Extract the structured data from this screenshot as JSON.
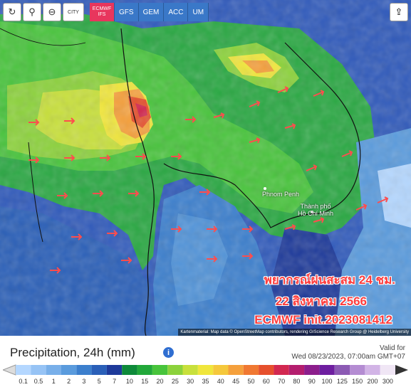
{
  "toolbar": {
    "buttons": [
      {
        "name": "refresh-icon",
        "glyph": "↻"
      },
      {
        "name": "location-icon",
        "glyph": "⚲"
      },
      {
        "name": "zoom-icon",
        "glyph": "⊖"
      },
      {
        "name": "city-toggle",
        "glyph": "CITY"
      }
    ],
    "share_glyph": "⇪"
  },
  "models": [
    {
      "label": "ECMWF IFS",
      "active": true
    },
    {
      "label": "GFS",
      "active": false
    },
    {
      "label": "GEM",
      "active": false
    },
    {
      "label": "ACC",
      "active": false
    },
    {
      "label": "UM",
      "active": false
    }
  ],
  "overlay": {
    "line1": "พยากรณ์ฝนสะสม 24 ชม.",
    "line2": "22 สิงหาคม 2566",
    "line3": "ECMWF init.2023081412"
  },
  "places": [
    "Phnom Penh",
    "Thành phố\nHồ Chí Minh"
  ],
  "attribution": "Kartenmaterial: Map data © OpenStreetMap contributors, rendering GIScience Research Group @ Heidelberg University",
  "legend": {
    "title": "Precipitation, 24h (mm)",
    "valid_label": "Valid for",
    "valid_time": "Wed 08/23/2023, 07:00am GMT+07",
    "ticks": [
      "0.1",
      "0.5",
      "1",
      "2",
      "3",
      "5",
      "7",
      "10",
      "15",
      "20",
      "25",
      "30",
      "35",
      "40",
      "45",
      "50",
      "60",
      "70",
      "80",
      "90",
      "100",
      "125",
      "150",
      "200",
      "300"
    ],
    "colors": [
      "#b4d7ff",
      "#96c3f5",
      "#78afe9",
      "#5a9bdd",
      "#3c7fcd",
      "#2a5fb8",
      "#1e3a9a",
      "#0e8a3a",
      "#22a83a",
      "#48c43c",
      "#8cd23c",
      "#c8e03c",
      "#f0e63c",
      "#f5c83c",
      "#f5a03c",
      "#f07832",
      "#e6502d",
      "#d22850",
      "#b41e6e",
      "#8c1e8c",
      "#6e1ea0",
      "#8c5ab4",
      "#b48cd2",
      "#d2b4e6",
      "#f0e6f5"
    ]
  }
}
